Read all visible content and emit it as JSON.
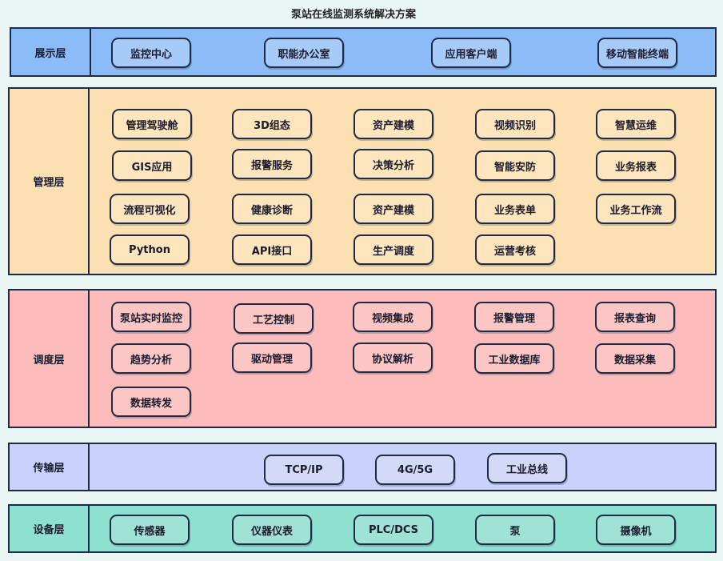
{
  "title": "泵站在线监测系统解决方案",
  "layers": {
    "display": {
      "label": "展示层",
      "items": [
        "监控中心",
        "职能办公室",
        "应用客户端",
        "移动智能终端"
      ]
    },
    "manage": {
      "label": "管理层",
      "items": [
        "管理驾驶舱",
        "3D组态",
        "资产建模",
        "视频识别",
        "智慧运维",
        "GIS应用",
        "报警服务",
        "决策分析",
        "智能安防",
        "业务报表",
        "流程可视化",
        "健康诊断",
        "资产建模",
        "业务表单",
        "业务工作流",
        "Python",
        "API接口",
        "生产调度",
        "运营考核"
      ]
    },
    "dispatch": {
      "label": "调度层",
      "items": [
        "泵站实时监控",
        "工艺控制",
        "视频集成",
        "报警管理",
        "报表查询",
        "趋势分析",
        "驱动管理",
        "协议解析",
        "工业数据库",
        "数据采集",
        "数据转发"
      ]
    },
    "transmit": {
      "label": "传输层",
      "items": [
        "TCP/IP",
        "4G/5G",
        "工业总线"
      ]
    },
    "device": {
      "label": "设备层",
      "items": [
        "传感器",
        "仪器仪表",
        "PLC/DCS",
        "泵",
        "摄像机"
      ]
    }
  }
}
